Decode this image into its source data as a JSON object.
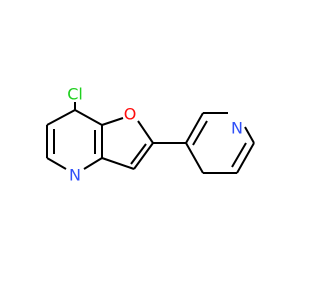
{
  "molecule": {
    "atoms": {
      "chlorine": "Cl",
      "furan_oxygen": "O",
      "pyridine_nitrogen_fused": "N",
      "pyridine_nitrogen_pendant": "N"
    },
    "colors": {
      "bond": "#000000",
      "chlorine": "#1fd01f",
      "oxygen": "#ff0d0d",
      "nitrogen": "#3050f8",
      "background": "#ffffff"
    }
  }
}
